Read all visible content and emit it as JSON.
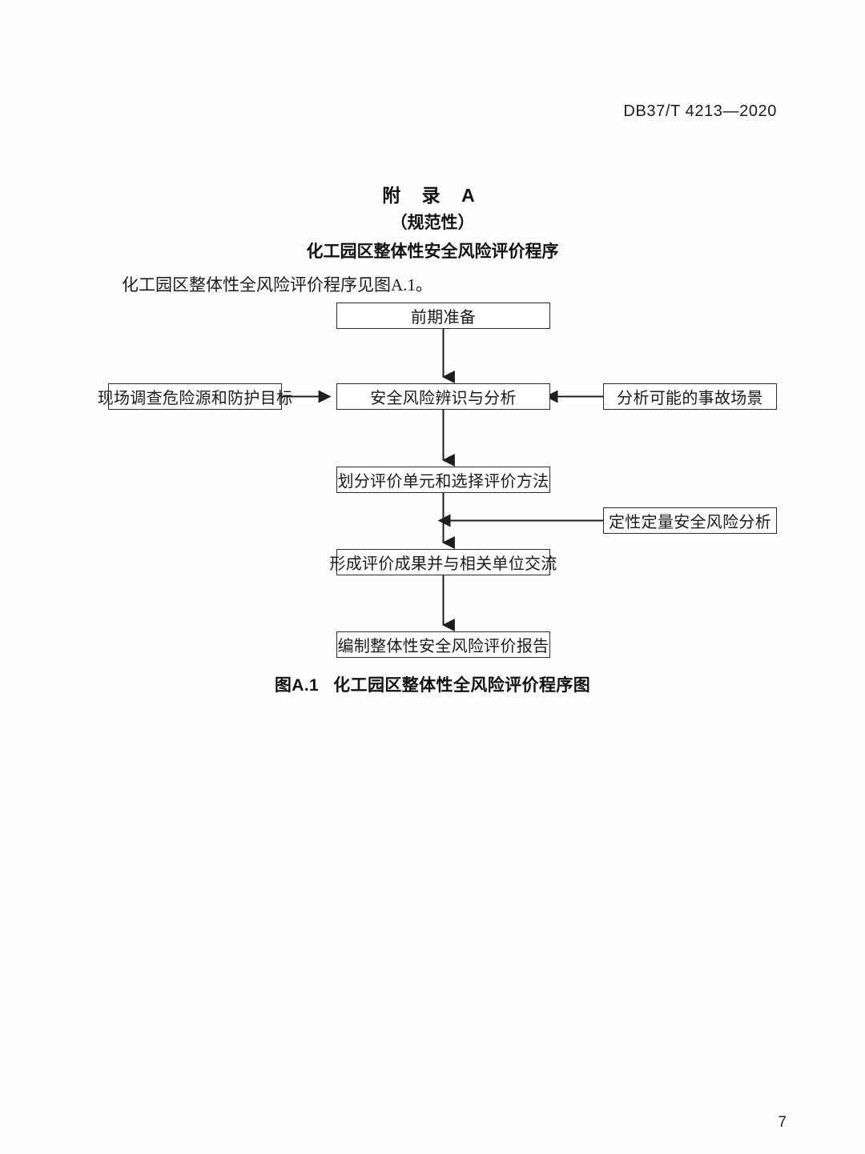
{
  "document": {
    "header_standard_id": "DB37/T 4213—2020",
    "page_number": "7"
  },
  "annex": {
    "label": "附 录 A",
    "kind": "（规范性）",
    "name": "化工园区整体性安全风险评价程序",
    "intro": "化工园区整体性全风险评价程序见图A.1。"
  },
  "figure": {
    "number": "图A.1",
    "title": "化工园区整体性全风险评价程序图",
    "flow": {
      "nodes": [
        {
          "id": "prep",
          "label": "前期准备"
        },
        {
          "id": "survey",
          "label": "现场调查危险源和防护目标"
        },
        {
          "id": "ident",
          "label": "安全风险辨识与分析"
        },
        {
          "id": "scenario",
          "label": "分析可能的事故场景"
        },
        {
          "id": "unit",
          "label": "划分评价单元和选择评价方法"
        },
        {
          "id": "analysis",
          "label": "定性定量安全风险分析"
        },
        {
          "id": "result",
          "label": "形成评价成果并与相关单位交流"
        },
        {
          "id": "report",
          "label": "编制整体性安全风险评价报告"
        }
      ],
      "edges": [
        {
          "from": "prep",
          "to": "ident",
          "direction": "down"
        },
        {
          "from": "survey",
          "to": "ident",
          "direction": "right"
        },
        {
          "from": "scenario",
          "to": "ident",
          "direction": "left"
        },
        {
          "from": "ident",
          "to": "unit",
          "direction": "down"
        },
        {
          "from": "analysis",
          "to": "unit-result-link",
          "direction": "left"
        },
        {
          "from": "unit",
          "to": "result",
          "direction": "down"
        },
        {
          "from": "result",
          "to": "report",
          "direction": "down"
        }
      ]
    }
  }
}
